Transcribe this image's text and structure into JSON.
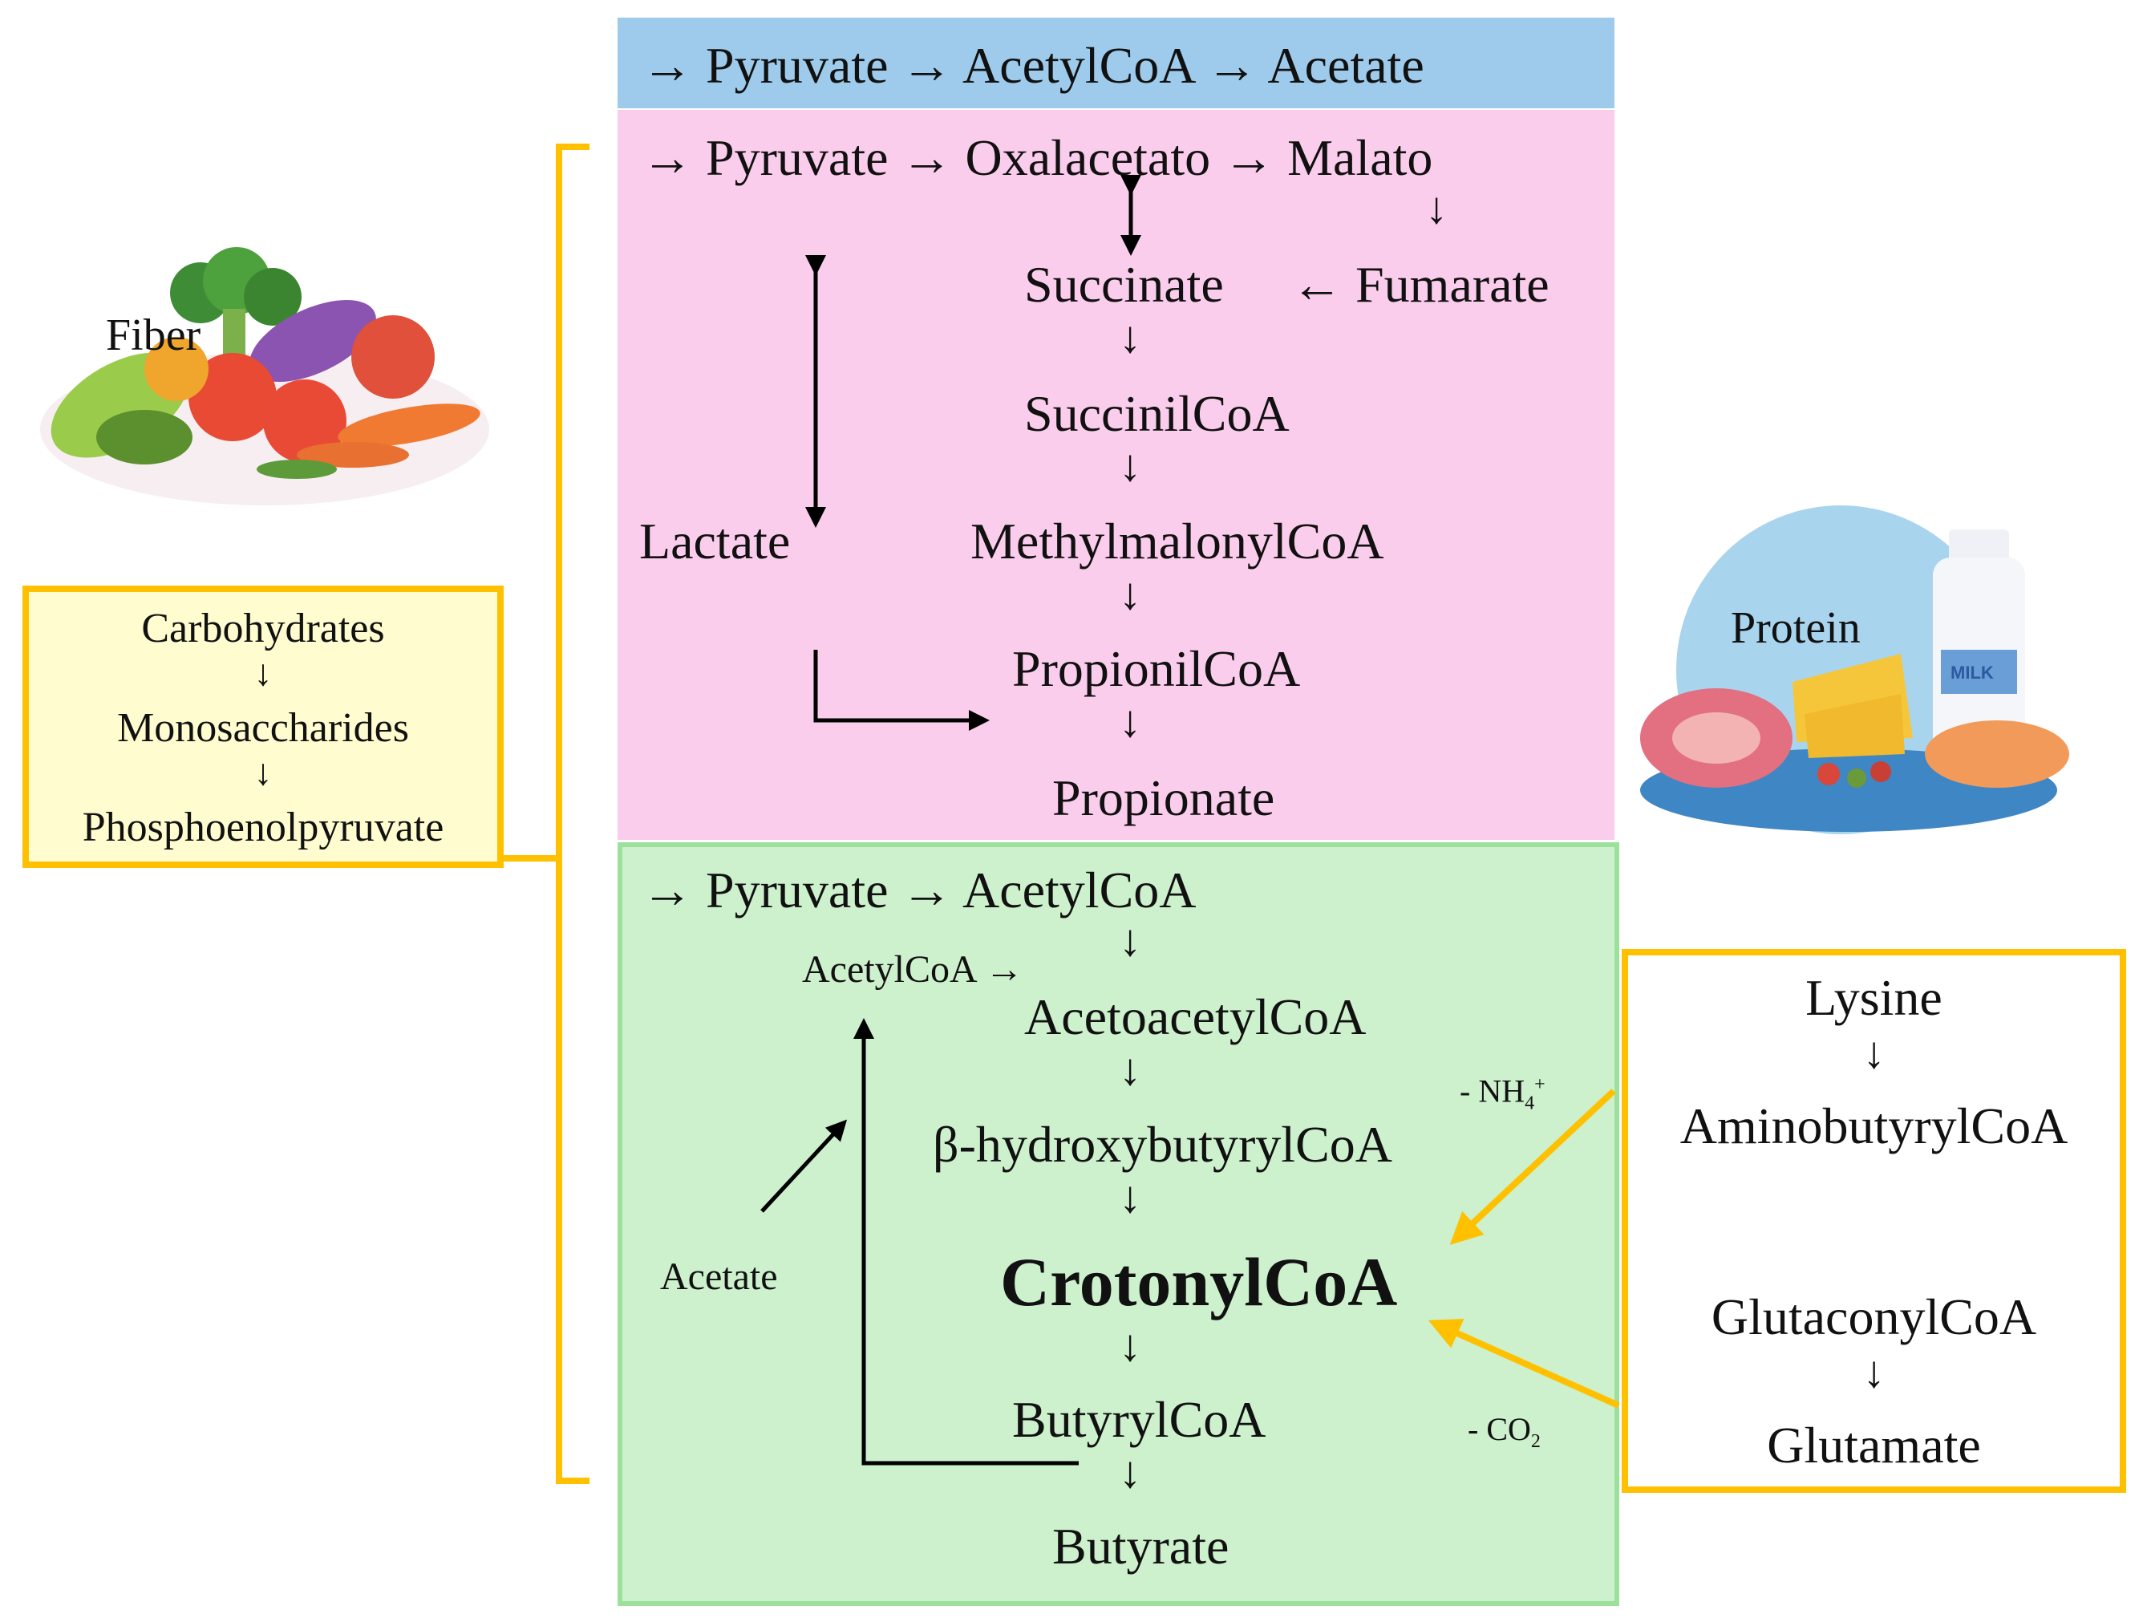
{
  "colors": {
    "acetate_band": "#9ecbeb",
    "propionate_band": "#fbcdec",
    "butyrate_band": "#cdf0cd",
    "butyrate_border": "#9be09b",
    "accent_orange": "#ffc000",
    "carb_box_fill": "#fffcd0"
  },
  "acetate_row": {
    "a1": "→",
    "pyruvate": "Pyruvate",
    "a2": "→",
    "acetylcoa": "AcetylCoA",
    "a3": "→",
    "acetate": "Acetate"
  },
  "propionate": {
    "a1": "→",
    "pyruvate": "Pyruvate",
    "a2": "→",
    "oxalacetato": "Oxalacetato",
    "a3": "→",
    "malato": "Malato",
    "succinate": "Succinate",
    "fumarate_arrow": "←",
    "fumarate": "Fumarate",
    "succinilcoa": "SuccinilCoA",
    "lactate": "Lactate",
    "methylmalonylcoa": "MethylmalonylCoA",
    "propionilcoa": "PropionilCoA",
    "propionate": "Propionate",
    "down_arrow": "↓"
  },
  "butyrate": {
    "a1": "→",
    "pyruvate": "Pyruvate",
    "a2": "→",
    "acetylcoa": "AcetylCoA",
    "acetylcoa_side": "AcetylCoA →",
    "acetoacetylcoa": "AcetoacetylCoA",
    "hydroxybutyrylcoa": "β-hydroxybutyrylCoA",
    "crotonylcoa": "CrotonylCoA",
    "butyrylcoa": "ButyrylCoA",
    "butyrate": "Butyrate",
    "acetate": "Acetate",
    "nh4_label": "- NH",
    "nh4_sub": "4",
    "nh4_sup": "+",
    "co2_label": "- CO",
    "co2_sub": "2",
    "down_arrow": "↓"
  },
  "carbohydrates_box": {
    "carbohydrates": "Carbohydrates",
    "monosaccharides": "Monosaccharides",
    "phosphoenolpyruvate": "Phosphoenolpyruvate",
    "down_arrow": "↓"
  },
  "protein_box": {
    "lysine": "Lysine",
    "aminobutyrylcoa": "AminobutyrylCoA",
    "glutaconylcoa": "GlutaconylCoA",
    "glutamate": "Glutamate",
    "down_arrow": "↓"
  },
  "fiber_image": {
    "label": "Fiber"
  },
  "protein_image": {
    "label": "Protein",
    "milk_label": "MILK"
  }
}
